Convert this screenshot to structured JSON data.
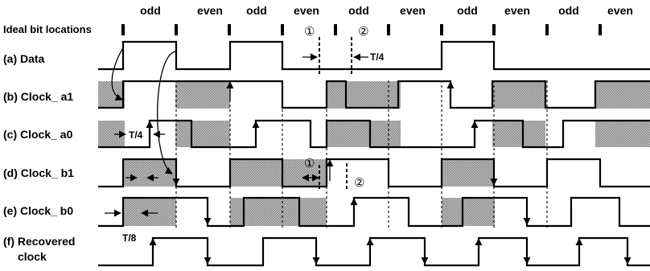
{
  "columns": [
    "odd",
    "even",
    "odd",
    "even",
    "odd",
    "even",
    "odd",
    "even",
    "odd",
    "even"
  ],
  "ideal_bits_label": "Ideal bit locations",
  "rows": [
    {
      "id": "a",
      "label": "(a) Data"
    },
    {
      "id": "b",
      "label": "(b) Clock_ a1"
    },
    {
      "id": "c",
      "label": "(c) Clock_ a0"
    },
    {
      "id": "d",
      "label": "(d) Clock_ b1"
    },
    {
      "id": "e",
      "label": "(e) Clock_ b0"
    },
    {
      "id": "f",
      "label": "(f) Recovered",
      "label2": "clock"
    }
  ],
  "annotations": {
    "t4_data": "T/4",
    "t4_a0": "T/4",
    "t8": "T/8",
    "mark1": "①",
    "mark2": "②"
  }
}
